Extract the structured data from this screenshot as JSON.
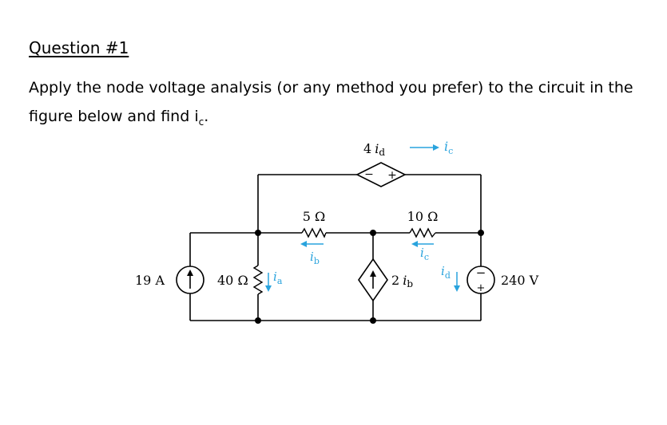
{
  "question": {
    "heading": "Question #1",
    "prompt_main": "Apply the node voltage analysis (or any method you prefer) to the circuit in the figure below and find i",
    "prompt_sub": "c",
    "prompt_end": "."
  },
  "circuit": {
    "source_current": "19 A",
    "r1": "40 Ω",
    "r2": "5 Ω",
    "r3": "10 Ω",
    "voltage_source": "240 V",
    "dep_voltage": {
      "coef": "4",
      "var": "i",
      "sub": "d"
    },
    "dep_current": {
      "coef": "2",
      "var": "i",
      "sub": "b"
    },
    "labels": {
      "ia": {
        "var": "i",
        "sub": "a"
      },
      "ib": {
        "var": "i",
        "sub": "b"
      },
      "ic_mid": {
        "var": "i",
        "sub": "c"
      },
      "ic_top": {
        "var": "i",
        "sub": "c"
      },
      "id": {
        "var": "i",
        "sub": "d"
      }
    },
    "signs": {
      "minus": "−",
      "plus": "+"
    }
  }
}
